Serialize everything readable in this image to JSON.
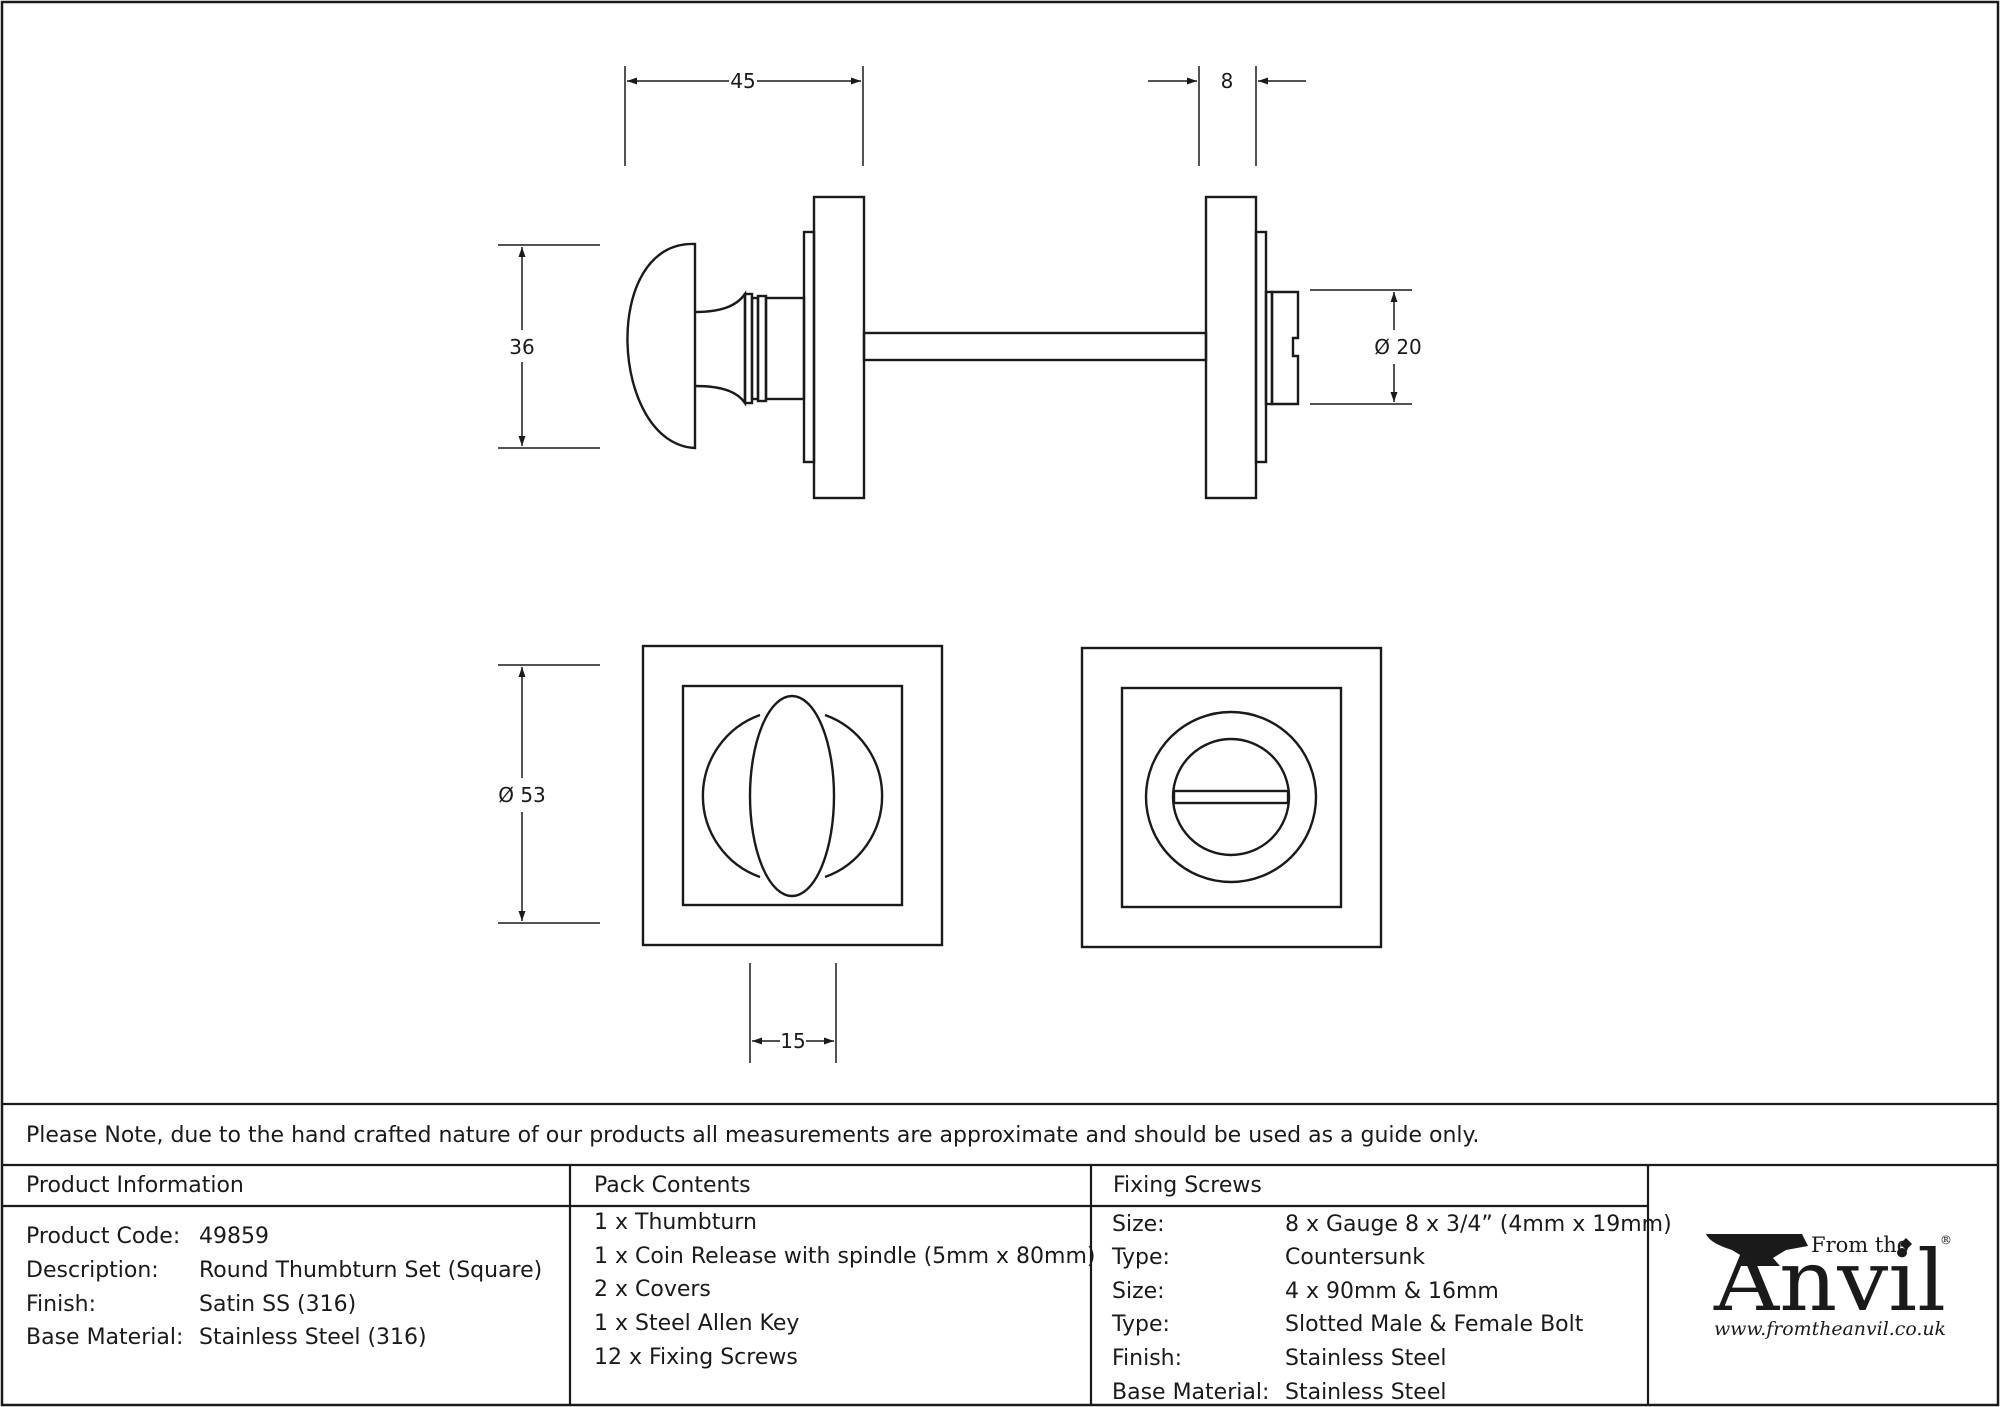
{
  "drawing": {
    "dimensions": {
      "thumbturn_width": "45",
      "release_width": "8",
      "thumbturn_height": "36",
      "release_diameter": "Ø 20",
      "rose_diameter": "Ø 53",
      "thumbturn_grip": "15"
    }
  },
  "note": "Please Note, due to the hand crafted nature of our products all measurements are approximate and should be used as a guide only.",
  "product_info": {
    "heading": "Product Information",
    "rows": [
      {
        "label": "Product Code:",
        "value": "49859"
      },
      {
        "label": "Description:",
        "value": "Round Thumbturn Set (Square)"
      },
      {
        "label": "Finish:",
        "value": "Satin SS (316)"
      },
      {
        "label": "Base Material:",
        "value": "Stainless Steel (316)"
      }
    ]
  },
  "pack_contents": {
    "heading": "Pack Contents",
    "items": [
      "1 x Thumbturn",
      "1 x Coin Release with spindle (5mm x 80mm)",
      "2 x Covers",
      "1 x Steel Allen Key",
      "12 x Fixing Screws"
    ]
  },
  "fixing_screws": {
    "heading": "Fixing Screws",
    "rows": [
      {
        "label": "Size:",
        "value": "8 x Gauge 8 x 3/4” (4mm x 19mm)"
      },
      {
        "label": "Type:",
        "value": "Countersunk"
      },
      {
        "label": "Size:",
        "value": "4 x 90mm & 16mm"
      },
      {
        "label": "Type:",
        "value": "Slotted Male & Female Bolt"
      },
      {
        "label": "Finish:",
        "value": "Stainless Steel"
      },
      {
        "label": "Base Material:",
        "value": "Stainless Steel"
      }
    ]
  },
  "logo": {
    "line1": "From the",
    "line2": "Anvil",
    "registered": "®",
    "url": "www.fromtheanvil.co.uk"
  },
  "colors": {
    "line": "#1a1a1a",
    "background": "#ffffff"
  }
}
